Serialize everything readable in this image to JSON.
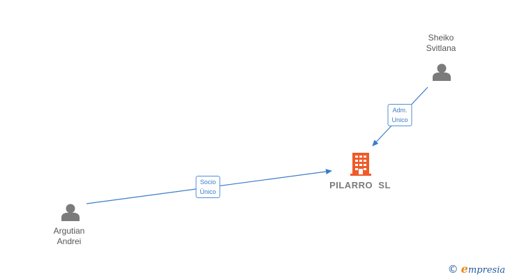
{
  "colors": {
    "person": "#7b7b7b",
    "company": "#f05a28",
    "edge": "#3a7bc8"
  },
  "nodes": {
    "sheiko": {
      "line1": "Sheiko",
      "line2": "Svitlana",
      "icon": "person-icon"
    },
    "argutian": {
      "line1": "Argutian",
      "line2": "Andrei",
      "icon": "person-icon"
    },
    "company": {
      "name": "PILARRO  SL",
      "icon": "building-icon"
    }
  },
  "edges": {
    "adm": {
      "line1": "Adm.",
      "line2": "Unico"
    },
    "socio": {
      "line1": "Socio",
      "line2": "Único"
    }
  },
  "watermark": {
    "symbol": "©",
    "brand_initial": "e",
    "brand_rest": "mpresia"
  }
}
